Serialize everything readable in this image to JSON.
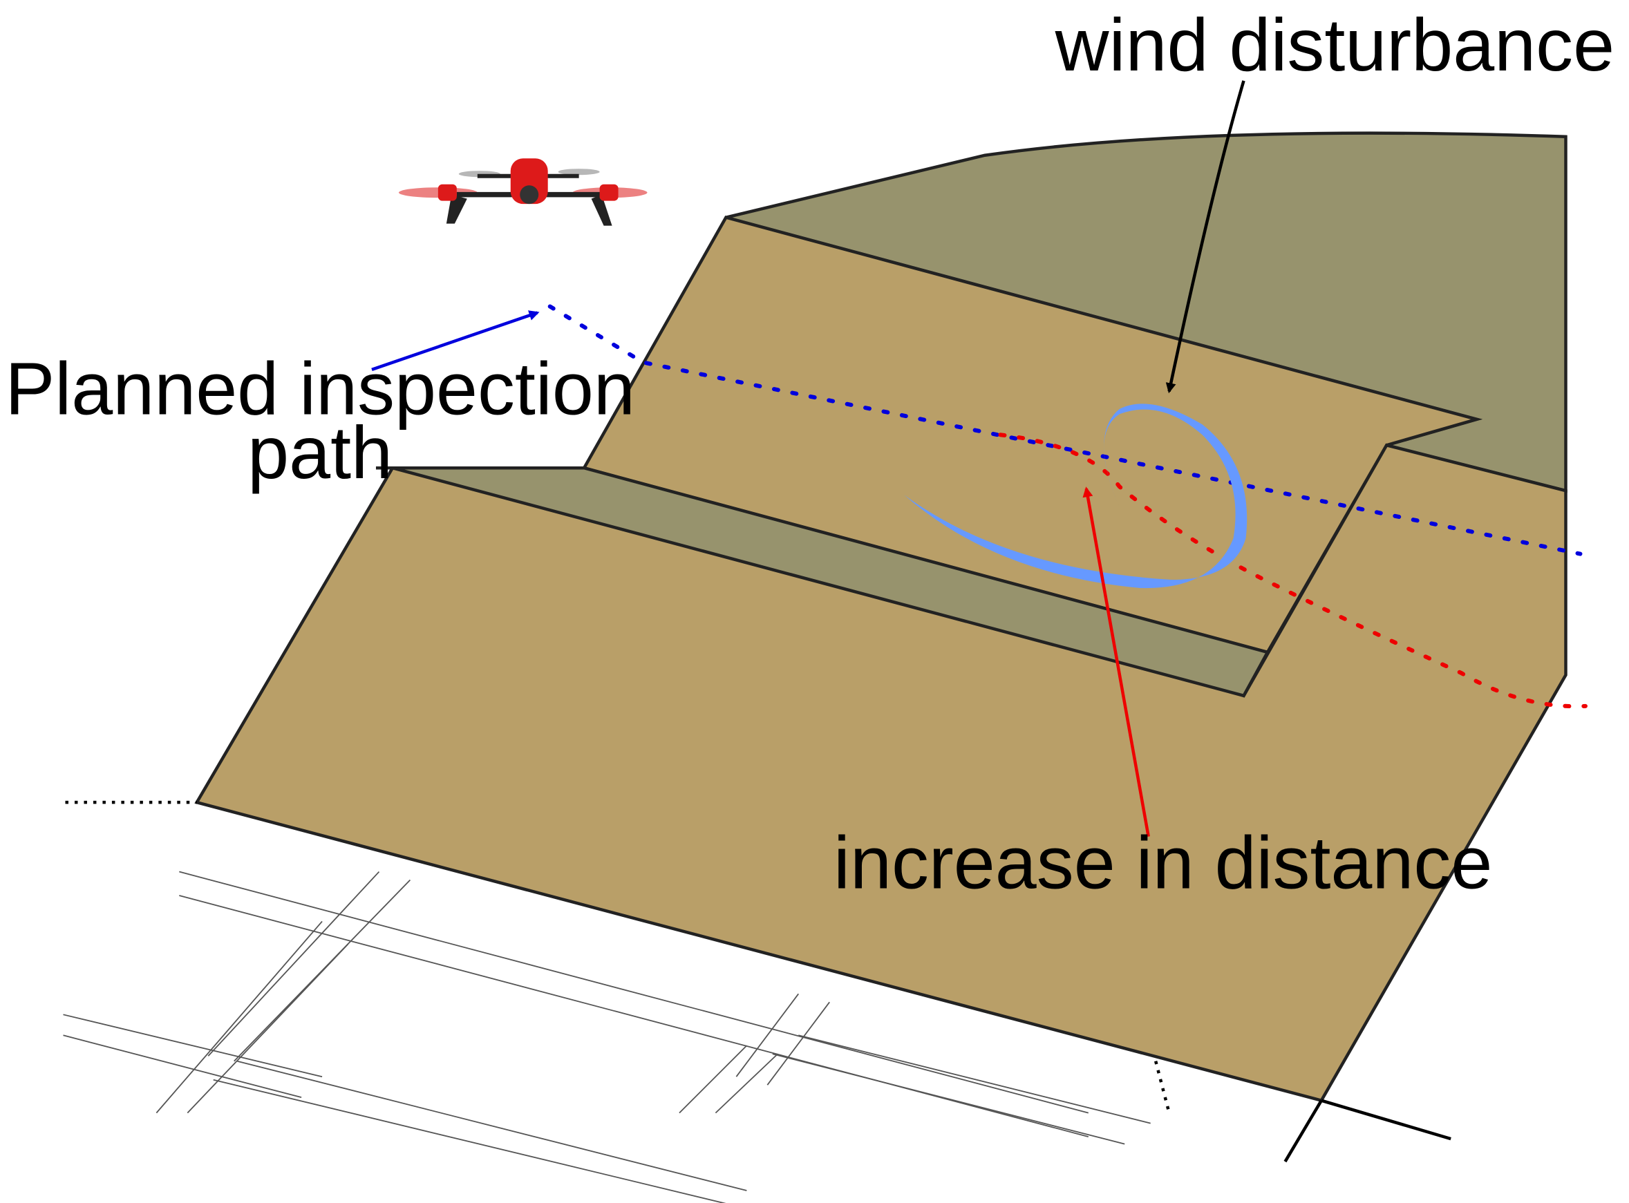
{
  "labels": {
    "wind": "wind disturbance",
    "path_line1": "Planned inspection",
    "path_line2": "path",
    "increase": "increase in distance"
  },
  "colors": {
    "ground_tan": "#b99f68",
    "upper_olive": "#97936d",
    "wind_swirl": "#6699ff",
    "planned_path": "#0000dd",
    "actual_path": "#ee0000",
    "drone_red": "#dd1a1a",
    "outline": "#222222"
  },
  "icons": {
    "drone": "quadcopter-drone-icon",
    "wind": "swirl-icon"
  }
}
